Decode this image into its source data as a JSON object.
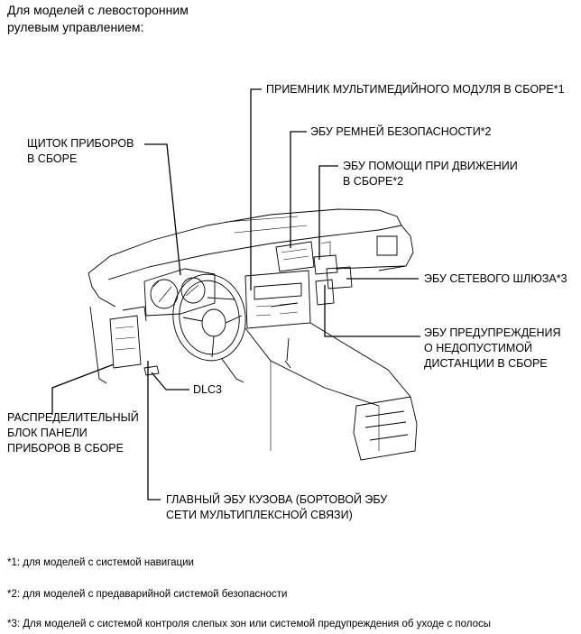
{
  "heading": {
    "line1": "Для моделей с левосторонним",
    "line2": "рулевым управлением:"
  },
  "labels": {
    "multimedia_receiver": "ПРИЕМНИК МУЛЬТИМЕДИЙНОГО МОДУЛЯ В СБОРЕ*1",
    "seatbelt_ecu": "ЭБУ РЕМНЕЙ БЕЗОПАСНОСТИ*2",
    "driving_support_ecu": [
      "ЭБУ ПОМОЩИ ПРИ ДВИЖЕНИИ",
      "В СБОРЕ*2"
    ],
    "network_gateway_ecu": "ЭБУ СЕТЕВОГО ШЛЮЗА*3",
    "distance_warning_ecu": [
      "ЭБУ ПРЕДУПРЕЖДЕНИЯ",
      "О НЕДОПУСТИМОЙ",
      "ДИСТАНЦИИ В СБОРЕ"
    ],
    "combination_meter": [
      "ЩИТОК ПРИБОРОВ",
      "В СБОРЕ"
    ],
    "dlc3": "DLC3",
    "instrument_panel_junction_block": [
      "РАСПРЕДЕЛИТЕЛЬНЫЙ",
      "БЛОК ПАНЕЛИ",
      "ПРИБОРОВ В СБОРЕ"
    ],
    "main_body_ecu": [
      "ГЛАВНЫЙ ЭБУ КУЗОВА (БОРТОВОЙ ЭБУ",
      "СЕТИ МУЛЬТИПЛЕКСНОЙ СВЯЗИ)"
    ]
  },
  "footnotes": [
    "*1: для моделей с системой навигации",
    "*2: для моделей с предаварийной системой безопасности",
    "*3: Для моделей с системой контроля слепых зон или системой предупреждения об уходе с полосы"
  ]
}
